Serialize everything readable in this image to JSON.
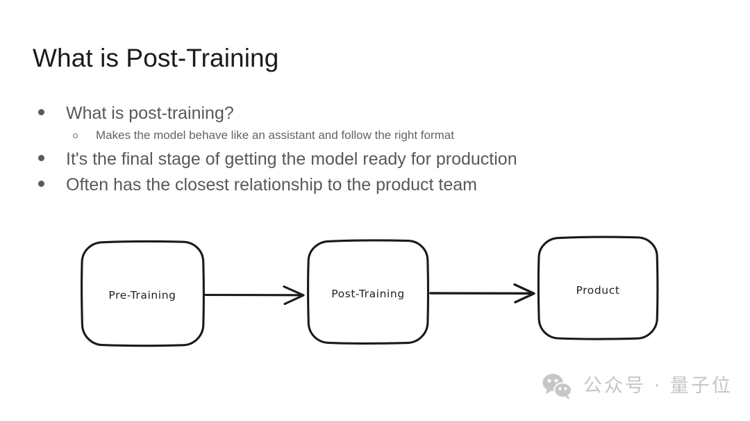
{
  "slide": {
    "title": "What is Post-Training",
    "background_color": "#ffffff",
    "title_color": "#1a1a1a",
    "body_text_color": "#585858"
  },
  "bullets": [
    {
      "level": 1,
      "marker": "filled-disc",
      "text": "What is post-training?"
    },
    {
      "level": 2,
      "marker": "hollow-circle",
      "text": "Makes the model behave like an assistant and follow the right format"
    },
    {
      "level": 1,
      "marker": "filled-disc",
      "text": "It's the final stage of getting the model ready for production"
    },
    {
      "level": 1,
      "marker": "filled-disc",
      "text": "Often has the closest relationship to the product team"
    }
  ],
  "diagram": {
    "type": "flow",
    "stroke_color": "#1a1a1a",
    "label_color": "#1f1f1f",
    "nodes": [
      {
        "id": "pre-training",
        "label": "Pre-Training"
      },
      {
        "id": "post-training",
        "label": "Post-Training"
      },
      {
        "id": "product",
        "label": "Product"
      }
    ],
    "edges": [
      {
        "from": "pre-training",
        "to": "post-training",
        "style": "arrow"
      },
      {
        "from": "post-training",
        "to": "product",
        "style": "arrow"
      }
    ]
  },
  "watermark": {
    "icon": "wechat-icon",
    "text": "公众号 · 量子位",
    "color": "#c6c6c6"
  }
}
